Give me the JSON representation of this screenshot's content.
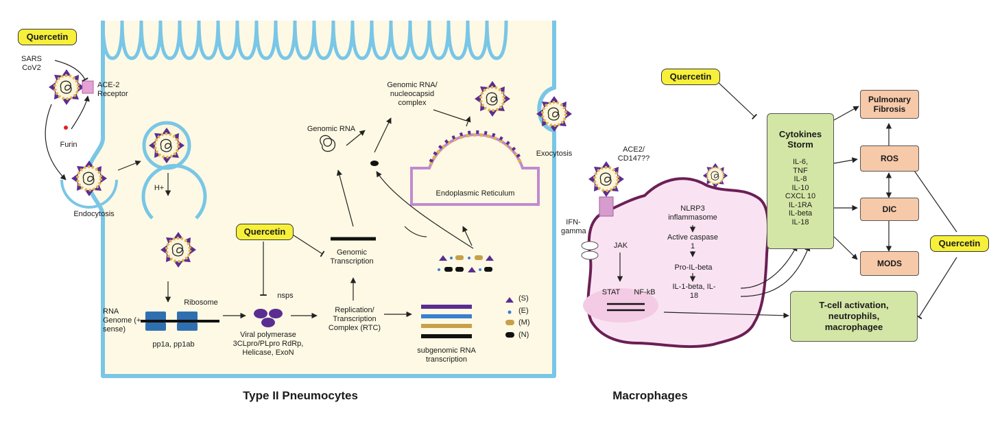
{
  "panels": {
    "left_title": "Type II Pneumocytes",
    "right_title": "Macrophages"
  },
  "inhibitor_label": "Quercetin",
  "virus": {
    "name": "SARS CoV2",
    "receptor": "ACE-2 Receptor",
    "furin": "Furin",
    "endocytosis": "Endocytosis",
    "h_plus": "H+",
    "exocytosis": "Exocytosis"
  },
  "replication": {
    "rna_genome": "RNA Genome (+ sense)",
    "ribosome": "Ribosome",
    "pp1a": "pp1a, pp1ab",
    "nsps": "nsps",
    "polymerase": "Viral polymerase 3CLpro/PLpro RdRp, Helicase, ExoN",
    "rtc": "Replication/ Transcription Complex (RTC)",
    "subgenomic": "subgenomic RNA transcription",
    "genomic_transcription": "Genomic Transcription",
    "genomic_rna": "Genomic RNA",
    "nucleocapsid": "Genomic RNA/ nucleocapsid complex",
    "er": "Endoplasmic Reticulum"
  },
  "proteins": {
    "items": [
      {
        "label": "(S)",
        "color": "#5b2d91"
      },
      {
        "label": "(E)",
        "color": "#3a7fd0"
      },
      {
        "label": "(M)",
        "color": "#c9a04a"
      },
      {
        "label": "(N)",
        "color": "#111111"
      }
    ]
  },
  "macrophage": {
    "ace2": "ACE2/ CD147??",
    "ifn": "IFN- gamma",
    "jak": "JAK",
    "stat": "STAT",
    "nfkb": "NF-kB",
    "nlrp3": "NLRP3 inflammasome",
    "caspase": "Active caspase 1",
    "pro_il": "Pro-IL-beta",
    "il1": "IL-1-beta, IL-18"
  },
  "outcomes": {
    "storm_title": "Cytokines Storm",
    "storm_items": [
      "IL-6,",
      "TNF",
      "IL-8",
      "IL-10",
      "CXCL 10",
      "IL-1RA",
      "IL-beta",
      "IL-18"
    ],
    "fibrosis": "Pulmonary Fibrosis",
    "ros": "ROS",
    "dic": "DIC",
    "mods": "MODS",
    "tcell": "T-cell activation, neutrophils, macrophagee"
  },
  "colors": {
    "membrane": "#79c6e6",
    "cytoplasm": "#fdf9e4",
    "macrophage_fill": "#f9e3f2",
    "macrophage_edge": "#6b1f55",
    "er_edge": "#c08ad0",
    "spike": "#5b2d91",
    "envelope_dot": "#e3b54a",
    "quercetin": "#f7f03a",
    "outcome": "#f6c9a9",
    "green_box": "#d4e6a5"
  }
}
